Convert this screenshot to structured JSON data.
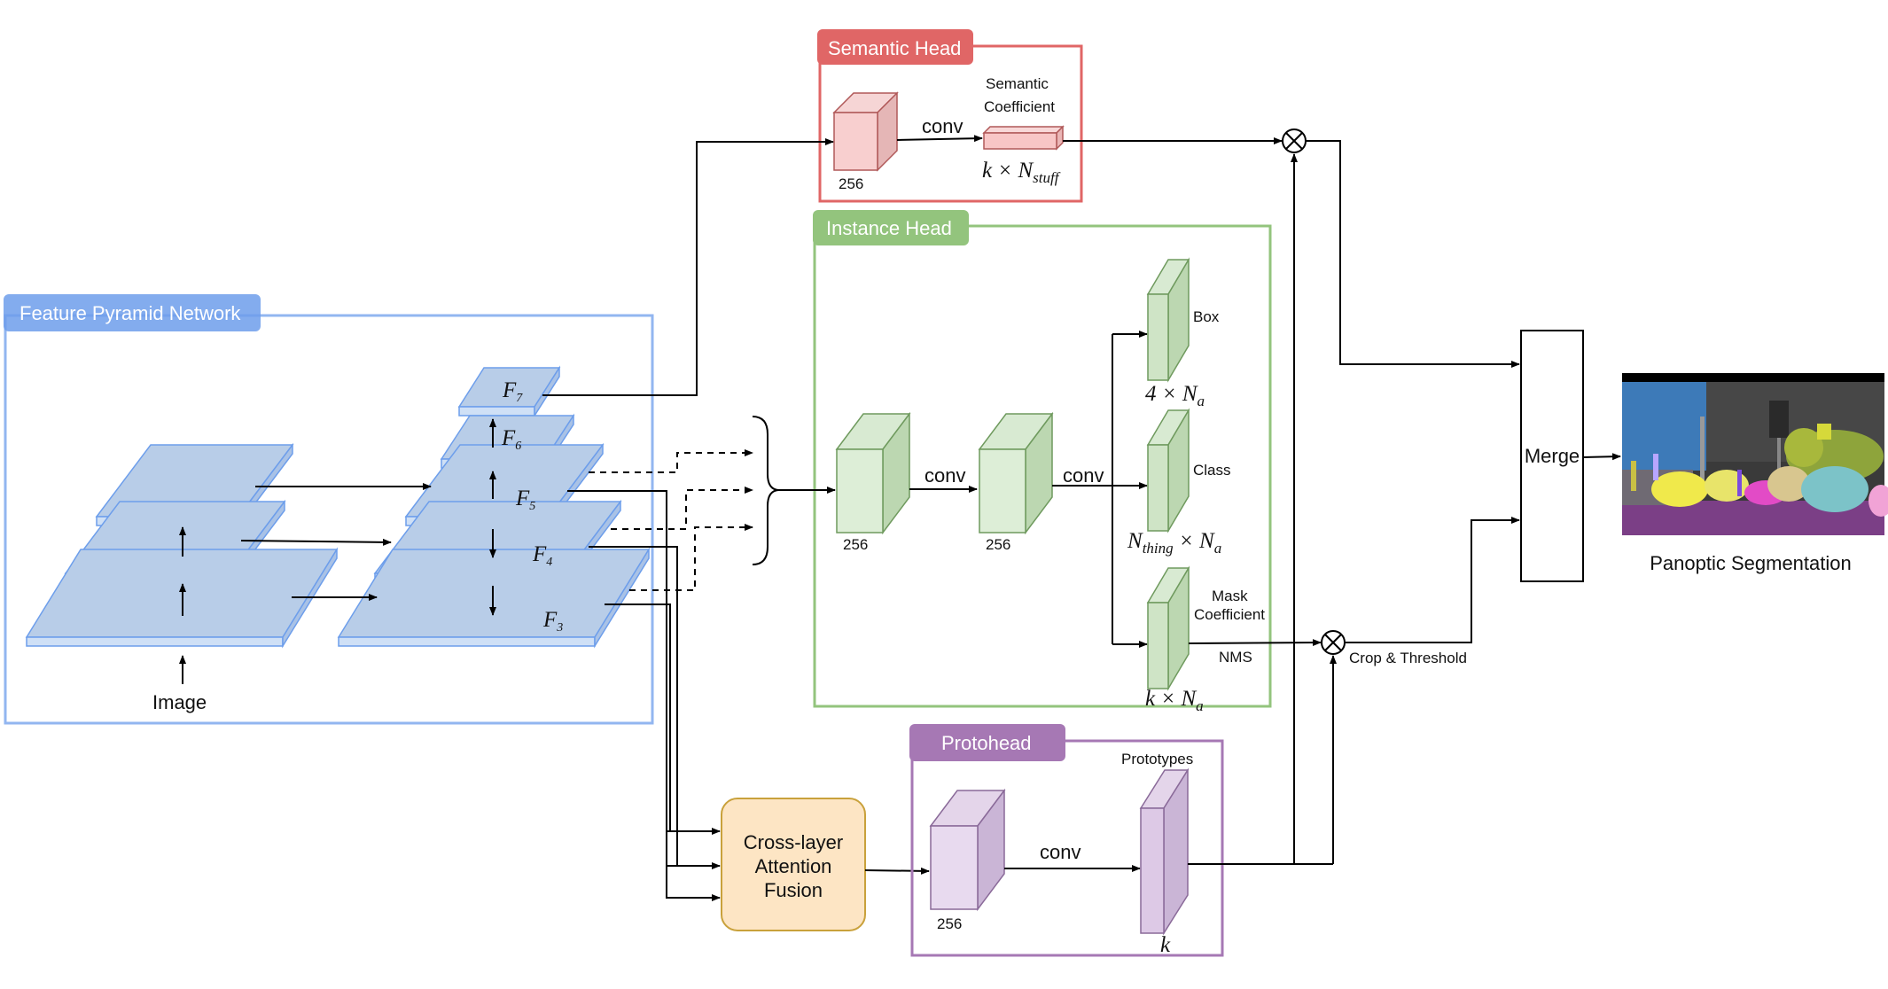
{
  "modules": {
    "semantic_head": {
      "title": "Semantic Head",
      "color": "#e06666",
      "channels": "256",
      "conv": "conv",
      "coef_line1": "Semantic",
      "coef_line2": "Coefficient",
      "coef_dim": "k × N",
      "coef_dim_sub": "stuff"
    },
    "instance_head": {
      "title": "Instance Head",
      "color": "#93c47d",
      "ch1": "256",
      "ch2": "256",
      "conv1": "conv",
      "conv2": "conv",
      "box": "Box",
      "box_dim": "4 × N",
      "box_dim_sub": "a",
      "class": "Class",
      "class_dim_pre": "N",
      "class_dim_pre_sub": "thing",
      "class_dim_mid": " × N",
      "class_dim_sub": "a",
      "mask_line1": "Mask",
      "mask_line2": "Coefficient",
      "nms": "NMS",
      "mask_dim": "k × N",
      "mask_dim_sub": "a"
    },
    "fpn": {
      "title": "Feature Pyramid Network",
      "color": "#6d9eeb",
      "image": "Image",
      "f7": "F",
      "f7_sub": "7",
      "f6": "F",
      "f6_sub": "6",
      "f5": "F",
      "f5_sub": "5",
      "f4": "F",
      "f4_sub": "4",
      "f3": "F",
      "f3_sub": "3"
    },
    "protohead": {
      "title": "Protohead",
      "color": "#a678b4",
      "channels": "256",
      "conv": "conv",
      "prototypes": "Prototypes",
      "k": "k"
    },
    "fusion": {
      "line1": "Cross-layer",
      "line2": "Attention",
      "line3": "Fusion",
      "color": "#fde5c4"
    },
    "merge": "Merge",
    "crop": "Crop & Threshold",
    "output": "Panoptic Segmentation"
  }
}
